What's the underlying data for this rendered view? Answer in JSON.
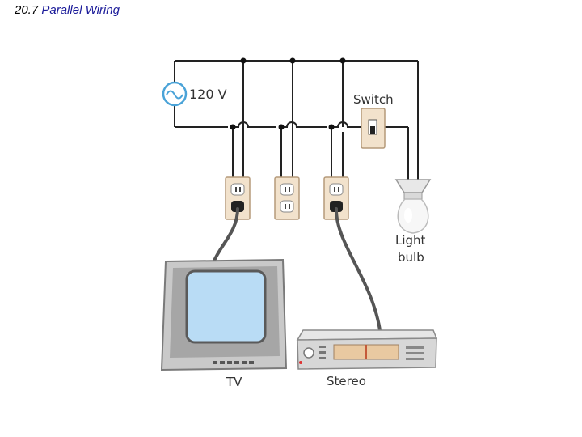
{
  "title": {
    "number": "20.7",
    "text": "Parallel Wiring"
  },
  "diagram": {
    "source_label": "120 V",
    "switch_label": "Switch",
    "bulb_label_line1": "Light",
    "bulb_label_line2": "bulb",
    "tv_label": "TV",
    "stereo_label": "Stereo"
  },
  "colors": {
    "title_number": "#000000",
    "title_text": "#1a1a99",
    "wire": "#222222",
    "source_ring": "#4aa3d8",
    "outlet_plate": "#f2e2cc",
    "tv_screen": "#b9dcf5",
    "stereo_display": "#e9c9a1"
  }
}
